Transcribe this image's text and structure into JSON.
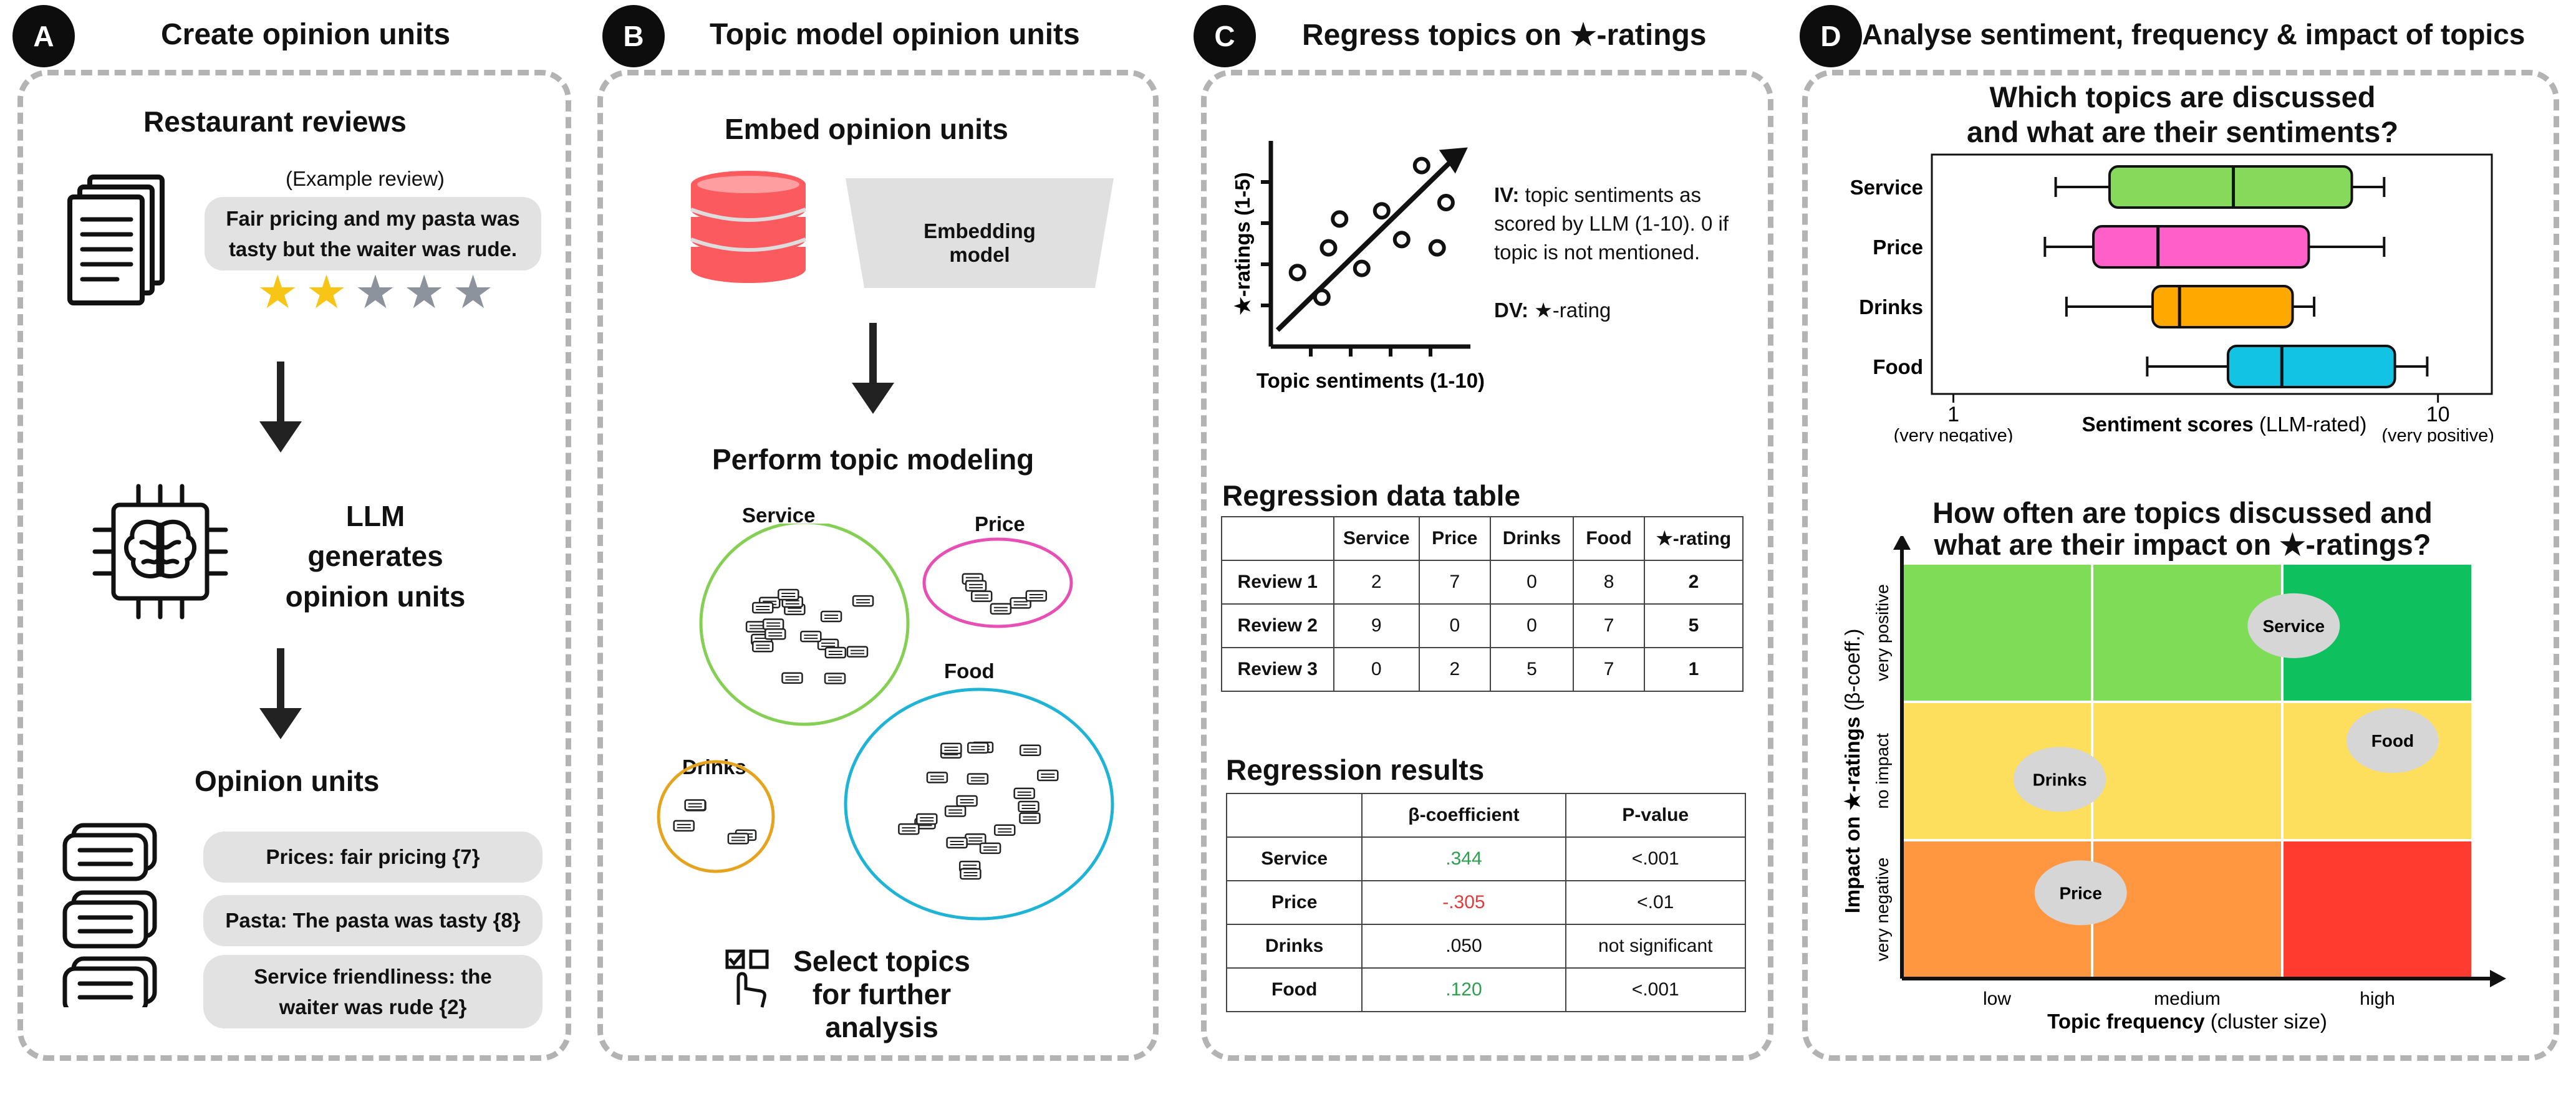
{
  "panels": {
    "a": {
      "badge": "A",
      "title": "Create opinion units",
      "reviews_heading": "Restaurant reviews",
      "example_label": "(Example review)",
      "example_review": "Fair pricing and my pasta was tasty but the waiter was rude.",
      "stars_filled": 2,
      "stars_total": 5,
      "llm_label": "LLM generates opinion units",
      "units_heading": "Opinion units",
      "units": [
        "Prices: fair pricing {7}",
        "Pasta: The pasta was tasty {8}",
        "Service friendliness: the waiter was rude {2}"
      ]
    },
    "b": {
      "badge": "B",
      "title": "Topic model opinion units",
      "embed_heading": "Embed opinion units",
      "embedding_model": "Embedding model",
      "topic_heading": "Perform topic modeling",
      "clusters": [
        "Service",
        "Price",
        "Food",
        "Drinks"
      ],
      "cluster_colors": {
        "Service": "#86cf55",
        "Price": "#e84fb4",
        "Food": "#1fb3d6",
        "Drinks": "#e6a41e"
      },
      "select_label": "Select topics for further analysis"
    },
    "c": {
      "badge": "C",
      "title": "Regress topics on ★-ratings",
      "scatter_ylabel": "★-ratings (1-5)",
      "scatter_xlabel": "Topic sentiments (1-10)",
      "iv_label": "IV:",
      "iv_text": "topic sentiments as scored by LLM (1-10). 0 if topic is not mentioned.",
      "dv_label": "DV:",
      "dv_text": "★-rating",
      "data_table_heading": "Regression data table",
      "data_table": {
        "headers": [
          "",
          "Service",
          "Price",
          "Drinks",
          "Food",
          "★-rating"
        ],
        "rows": [
          [
            "Review 1",
            "2",
            "7",
            "0",
            "8",
            "2"
          ],
          [
            "Review 2",
            "9",
            "0",
            "0",
            "7",
            "5"
          ],
          [
            "Review 3",
            "0",
            "2",
            "5",
            "7",
            "1"
          ]
        ]
      },
      "results_heading": "Regression results",
      "results_table": {
        "headers": [
          "",
          "β-coefficient",
          "P-value"
        ],
        "rows": [
          [
            "Service",
            ".344",
            "<.001"
          ],
          [
            "Price",
            "-.305",
            "<.01"
          ],
          [
            "Drinks",
            ".050",
            "not significant"
          ],
          [
            "Food",
            ".120",
            "<.001"
          ]
        ],
        "coef_colors": [
          "#2e9e4f",
          "#e23b3b",
          "#111111",
          "#2e9e4f"
        ]
      }
    },
    "d": {
      "badge": "D",
      "title": "Analyse sentiment, frequency & impact of topics",
      "box_title_line1": "Which topics are discussed",
      "box_title_line2": "and what are their sentiments?",
      "impact_title_line1": "How often are topics discussed and",
      "impact_title_line2": "what are  their impact on ★-ratings?",
      "colors": {
        "Service": "#86d95a",
        "Price": "#ff5fc8",
        "Drinks": "#ffa800",
        "Food": "#12c3e3",
        "grid_tl": "#7edc57",
        "grid_tm": "#7edc57",
        "grid_tr": "#0fc05f",
        "grid_ml": "#fddf5d",
        "grid_mm": "#fddf5d",
        "grid_mr": "#fddf5d",
        "grid_bl": "#ff9640",
        "grid_bm": "#ff9640",
        "grid_br": "#ff3b30"
      }
    }
  },
  "chart_data": [
    {
      "type": "scatter",
      "title": "",
      "xlabel": "Topic sentiments (1-10)",
      "ylabel": "★-ratings (1-5)",
      "points": [
        [
          1.2,
          1.8
        ],
        [
          2.3,
          1.2
        ],
        [
          2.6,
          2.4
        ],
        [
          3.1,
          3.1
        ],
        [
          4.1,
          1.9
        ],
        [
          5.0,
          3.3
        ],
        [
          5.9,
          2.6
        ],
        [
          6.8,
          4.4
        ],
        [
          7.5,
          2.4
        ],
        [
          7.9,
          3.5
        ]
      ],
      "trend_arrow": true
    },
    {
      "type": "box",
      "title": "Which topics are discussed and what are their sentiments?",
      "xlabel": "Sentiment scores",
      "xlabel_note": "(LLM-rated)",
      "tick_labels": [
        {
          "value": 1,
          "label": "1",
          "sub": "(very negative)"
        },
        {
          "value": 10,
          "label": "10",
          "sub": "(very positive)"
        }
      ],
      "xlim": [
        0.6,
        11.0
      ],
      "series": [
        {
          "name": "Service",
          "whisker_low": 2.9,
          "q1": 3.9,
          "median": 6.2,
          "q3": 8.4,
          "whisker_high": 9.0
        },
        {
          "name": "Price",
          "whisker_low": 2.7,
          "q1": 3.6,
          "median": 4.8,
          "q3": 7.6,
          "whisker_high": 9.0
        },
        {
          "name": "Drinks",
          "whisker_low": 3.1,
          "q1": 4.7,
          "median": 5.2,
          "q3": 7.3,
          "whisker_high": 7.7
        },
        {
          "name": "Food",
          "whisker_low": 4.6,
          "q1": 6.1,
          "median": 7.1,
          "q3": 9.2,
          "whisker_high": 9.8
        }
      ]
    },
    {
      "type": "heatmap",
      "title": "How often are topics discussed and what are their impact on ★-ratings?",
      "xlabel": "Topic frequency",
      "xlabel_note": "(cluster size)",
      "ylabel": "Impact on ★-ratings",
      "ylabel_note": "(β-coeff.)",
      "x_categories": [
        "low",
        "medium",
        "high"
      ],
      "y_categories": [
        "very negative",
        "no impact",
        "very positive"
      ],
      "labels": [
        {
          "name": "Service",
          "freq": 2.06,
          "impact": 2.55
        },
        {
          "name": "Food",
          "freq": 2.58,
          "impact": 1.72
        },
        {
          "name": "Drinks",
          "freq": 0.83,
          "impact": 1.44
        },
        {
          "name": "Price",
          "freq": 0.94,
          "impact": 0.62
        }
      ]
    }
  ]
}
